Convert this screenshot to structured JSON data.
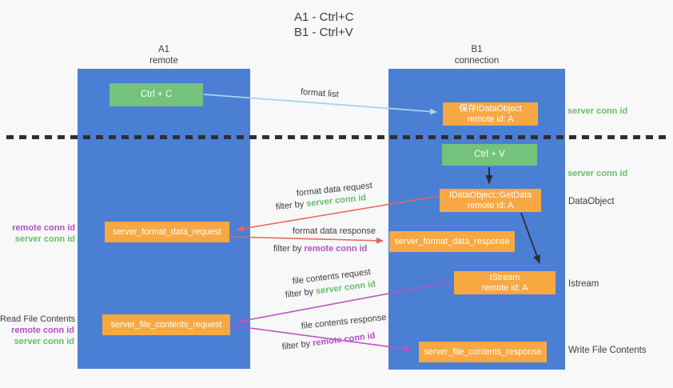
{
  "title": {
    "line1": "A1 - Ctrl+C",
    "line2": "B1 - Ctrl+V"
  },
  "columns": {
    "a": {
      "name": "A1",
      "subtitle": "remote"
    },
    "b": {
      "name": "B1",
      "subtitle": "connection"
    }
  },
  "nodes": {
    "ctrl_c": "Ctrl + C",
    "ctrl_v": "Ctrl + V",
    "save_dataobject": {
      "line1": "保存IDataObject",
      "line2": "remote id: A"
    },
    "getdata": {
      "line1": "IDataObject::GetData",
      "line2": "remote id: A"
    },
    "istream": {
      "line1": "IStream",
      "line2": "remote id: A"
    },
    "format_request": "server_format_data_request",
    "format_response": "server_format_data_response",
    "file_request": "server_file_contents_request",
    "file_response": "server_file_contents_response"
  },
  "edge_labels": {
    "format_list": "format list",
    "format_data_request": "format data request",
    "format_data_response": "format data response",
    "file_contents_request": "file contents request",
    "file_contents_response": "file contents response",
    "filter_by": "filter by",
    "server_conn_id": "server conn id",
    "remote_conn_id": "remote conn id"
  },
  "side_labels": {
    "server_conn_id": "server conn id",
    "remote_conn_id": "remote conn id",
    "dataobject": "DataObject",
    "istream": "Istream",
    "read_file_contents": "Read File Contents",
    "write_file_contents": "Write File Contents"
  },
  "colors": {
    "column_blue": "#4a7fd4",
    "node_green": "#74c27c",
    "node_orange": "#f8a843",
    "arrow_light_blue": "#a5d3ef",
    "arrow_red": "#e5685f",
    "arrow_purple": "#bb54c6",
    "arrow_black": "#2d2d2d",
    "text_green": "#67bd6c",
    "text_purple": "#b44fc8",
    "text_dark": "#3c3c3c"
  }
}
